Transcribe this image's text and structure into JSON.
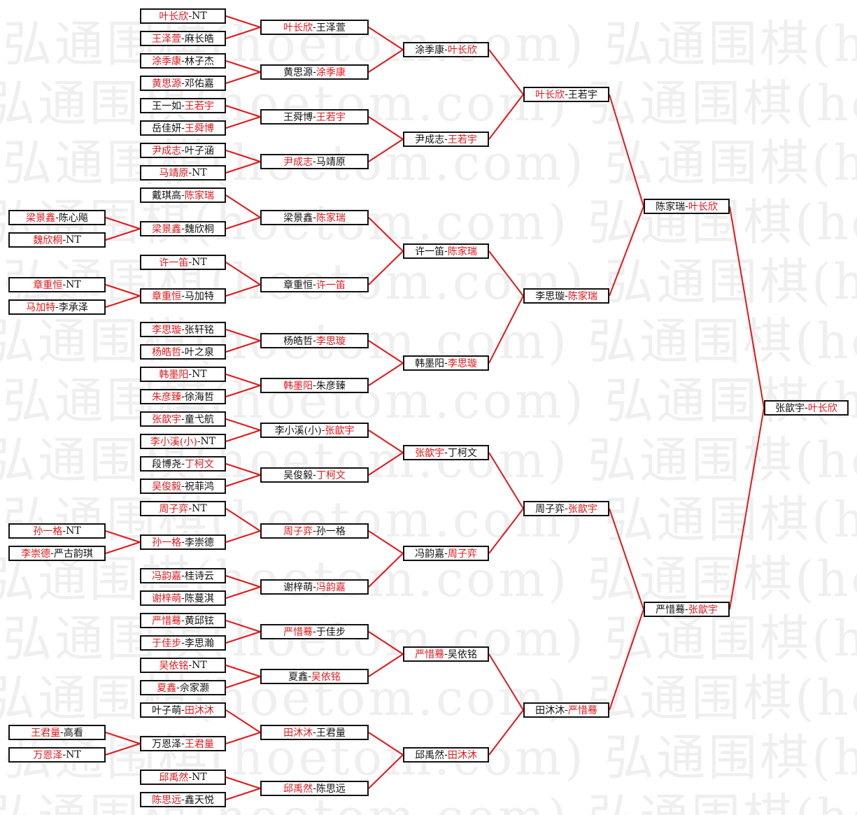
{
  "watermark": "弘通围棋(hoetom.com)",
  "separator": "-",
  "colors": {
    "winner": "#e0181b",
    "line": "#e0181b",
    "border": "#111111"
  },
  "rounds": [
    {
      "name": "preliminary",
      "matches": [
        {
          "left": "梁景鑫",
          "right": "陈心飚",
          "winner": "left"
        },
        {
          "left": "魏欣桐",
          "right": "NT",
          "winner": "left"
        },
        {
          "left": "章重恒",
          "right": "NT",
          "winner": "left"
        },
        {
          "left": "马加特",
          "right": "李承泽",
          "winner": "left"
        },
        {
          "left": "孙一格",
          "right": "NT",
          "winner": "left"
        },
        {
          "left": "李崇德",
          "right": "严古韵琪",
          "winner": "left"
        },
        {
          "left": "王君量",
          "right": "高看",
          "winner": "left"
        },
        {
          "left": "万恩泽",
          "right": "NT",
          "winner": "left"
        }
      ]
    },
    {
      "name": "round-of-64",
      "matches": [
        {
          "left": "叶长欣",
          "right": "NT",
          "winner": "left"
        },
        {
          "left": "王泽萱",
          "right": "麻长皓",
          "winner": "left"
        },
        {
          "left": "涂季康",
          "right": "林子杰",
          "winner": "left"
        },
        {
          "left": "黄思源",
          "right": "邓佑嘉",
          "winner": "left"
        },
        {
          "left": "王一如",
          "right": "王若宇",
          "winner": "right"
        },
        {
          "left": "岳佳妍",
          "right": "王舜博",
          "winner": "right"
        },
        {
          "left": "尹成志",
          "right": "叶子涵",
          "winner": "left"
        },
        {
          "left": "马靖原",
          "right": "NT",
          "winner": "left"
        },
        {
          "left": "戴琪高",
          "right": "陈家瑞",
          "winner": "right"
        },
        {
          "left": "梁景鑫",
          "right": "魏欣桐",
          "winner": "left"
        },
        {
          "left": "许一笛",
          "right": "NT",
          "winner": "left"
        },
        {
          "left": "章重恒",
          "right": "马加特",
          "winner": "left"
        },
        {
          "left": "李思璇",
          "right": "张轩铭",
          "winner": "left"
        },
        {
          "left": "杨皓哲",
          "right": "叶之泉",
          "winner": "left"
        },
        {
          "left": "韩墨阳",
          "right": "NT",
          "winner": "left"
        },
        {
          "left": "朱彦臻",
          "right": "徐海哲",
          "winner": "left"
        },
        {
          "left": "张歆宇",
          "right": "童弋航",
          "winner": "left"
        },
        {
          "left": "李小溪(小)",
          "right": "NT",
          "winner": "left"
        },
        {
          "left": "段博尧",
          "right": "丁柯文",
          "winner": "right"
        },
        {
          "left": "吴俊毅",
          "right": "祝菲鸿",
          "winner": "left"
        },
        {
          "left": "周子弈",
          "right": "NT",
          "winner": "left"
        },
        {
          "left": "孙一格",
          "right": "李崇德",
          "winner": "left"
        },
        {
          "left": "冯韵嘉",
          "right": "桂诗云",
          "winner": "left"
        },
        {
          "left": "谢梓萌",
          "right": "陈蔓淇",
          "winner": "left"
        },
        {
          "left": "严惜蓦",
          "right": "黄邱铉",
          "winner": "left"
        },
        {
          "left": "于佳步",
          "right": "李思瀚",
          "winner": "left"
        },
        {
          "left": "吴依铭",
          "right": "NT",
          "winner": "left"
        },
        {
          "left": "夏鑫",
          "right": "佘家灏",
          "winner": "left"
        },
        {
          "left": "叶子萌",
          "right": "田沐沐",
          "winner": "right"
        },
        {
          "left": "万恩泽",
          "right": "王君量",
          "winner": "right"
        },
        {
          "left": "邱禹然",
          "right": "NT",
          "winner": "left"
        },
        {
          "left": "陈思远",
          "right": "鑫天悦",
          "winner": "left"
        }
      ]
    },
    {
      "name": "round-of-32",
      "matches": [
        {
          "left": "叶长欣",
          "right": "王泽萱",
          "winner": "left"
        },
        {
          "left": "黄思源",
          "right": "涂季康",
          "winner": "right"
        },
        {
          "left": "王舜博",
          "right": "王若宇",
          "winner": "right"
        },
        {
          "left": "尹成志",
          "right": "马靖原",
          "winner": "left"
        },
        {
          "left": "梁景鑫",
          "right": "陈家瑞",
          "winner": "right"
        },
        {
          "left": "章重恒",
          "right": "许一笛",
          "winner": "right"
        },
        {
          "left": "杨皓哲",
          "right": "李思璇",
          "winner": "right"
        },
        {
          "left": "韩墨阳",
          "right": "朱彦臻",
          "winner": "left"
        },
        {
          "left": "李小溪(小)",
          "right": "张歆宇",
          "winner": "right"
        },
        {
          "left": "吴俊毅",
          "right": "丁柯文",
          "winner": "right"
        },
        {
          "left": "周子弈",
          "right": "孙一格",
          "winner": "left"
        },
        {
          "left": "谢梓萌",
          "right": "冯韵嘉",
          "winner": "right"
        },
        {
          "left": "严惜蓦",
          "right": "于佳步",
          "winner": "left"
        },
        {
          "left": "夏鑫",
          "right": "吴依铭",
          "winner": "right"
        },
        {
          "left": "田沐沐",
          "right": "王君量",
          "winner": "left"
        },
        {
          "left": "邱禹然",
          "right": "陈思远",
          "winner": "left"
        }
      ]
    },
    {
      "name": "round-of-16",
      "matches": [
        {
          "left": "涂季康",
          "right": "叶长欣",
          "winner": "right"
        },
        {
          "left": "尹成志",
          "right": "王若宇",
          "winner": "right"
        },
        {
          "left": "许一笛",
          "right": "陈家瑞",
          "winner": "right"
        },
        {
          "left": "韩墨阳",
          "right": "李思璇",
          "winner": "right"
        },
        {
          "left": "张歆宇",
          "right": "丁柯文",
          "winner": "left"
        },
        {
          "left": "冯韵嘉",
          "right": "周子弈",
          "winner": "right"
        },
        {
          "left": "严惜蓦",
          "right": "吴依铭",
          "winner": "left"
        },
        {
          "left": "邱禹然",
          "right": "田沐沐",
          "winner": "right"
        }
      ]
    },
    {
      "name": "quarterfinal",
      "matches": [
        {
          "left": "叶长欣",
          "right": "王若宇",
          "winner": "left"
        },
        {
          "left": "李思璇",
          "right": "陈家瑞",
          "winner": "right"
        },
        {
          "left": "周子弈",
          "right": "张歆宇",
          "winner": "right"
        },
        {
          "left": "田沐沐",
          "right": "严惜蓦",
          "winner": "right"
        }
      ]
    },
    {
      "name": "semifinal",
      "matches": [
        {
          "left": "陈家瑞",
          "right": "叶长欣",
          "winner": "right"
        },
        {
          "left": "严惜蓦",
          "right": "张歆宇",
          "winner": "right"
        }
      ]
    },
    {
      "name": "final",
      "matches": [
        {
          "left": "张歆宇",
          "right": "叶长欣",
          "winner": "right"
        }
      ]
    }
  ]
}
